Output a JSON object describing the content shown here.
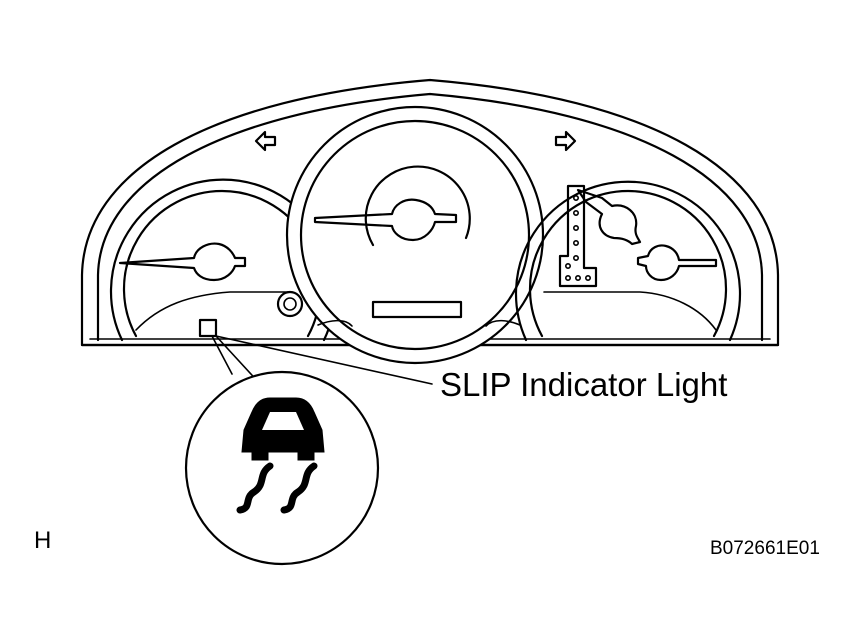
{
  "callout": {
    "label": "SLIP Indicator Light"
  },
  "corner_letter": "H",
  "figure_code": "B072661E01",
  "icons": {
    "left_turn": "left-arrow-icon",
    "right_turn": "right-arrow-icon",
    "slip": "car-skid-icon",
    "slip_marker": "square-marker-icon"
  },
  "colors": {
    "ink": "#000000",
    "paper": "#ffffff"
  }
}
